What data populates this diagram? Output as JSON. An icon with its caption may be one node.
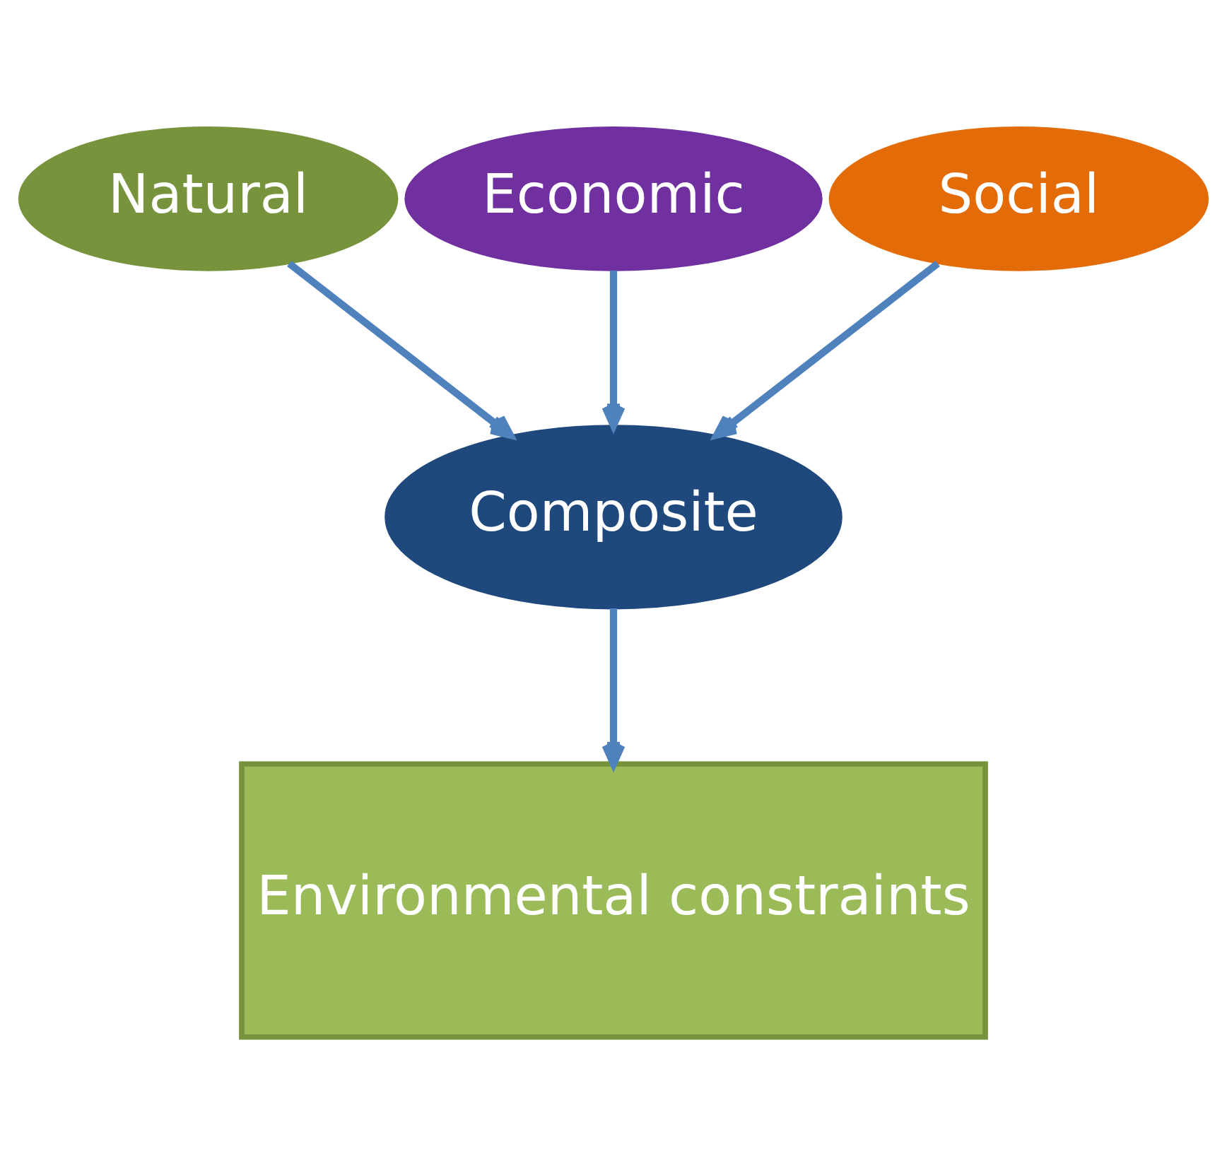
{
  "diagram": {
    "nodes": [
      {
        "text": [
          "Natural"
        ]
      },
      {
        "text": [
          "Economic"
        ]
      },
      {
        "text": [
          "Social"
        ]
      },
      {
        "text": [
          "Composite"
        ]
      },
      {
        "text": [
          "Environmental constraints"
        ]
      }
    ],
    "edges": [
      {
        "from": 0,
        "to": 3,
        "arrow": "to"
      },
      {
        "from": 1,
        "to": 3,
        "arrow": "to"
      },
      {
        "from": 2,
        "to": 3,
        "arrow": "to"
      },
      {
        "from": 3,
        "to": 4,
        "arrow": "to"
      }
    ]
  }
}
